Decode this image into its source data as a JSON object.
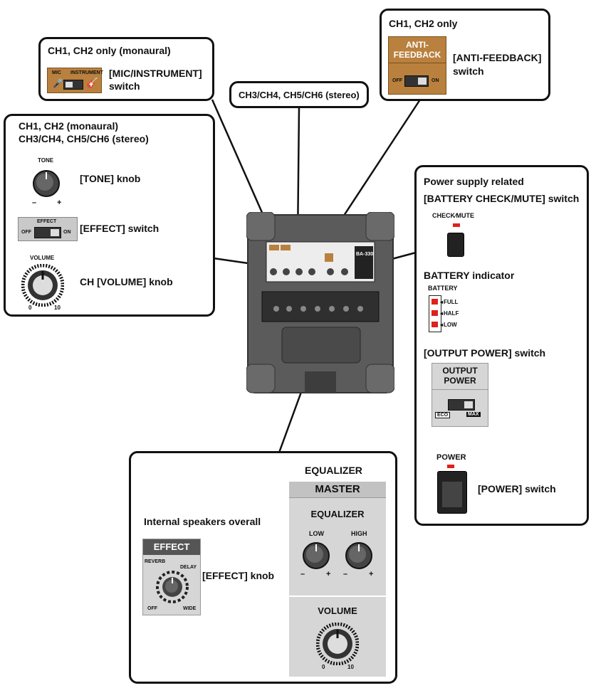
{
  "box_mic_instrument": {
    "heading": "CH1, CH2 only (monaural)",
    "panel_mic": "MIC",
    "panel_instrument": "INSTRUMENT",
    "label_line1": "[MIC/INSTRUMENT]",
    "label_line2": "switch"
  },
  "box_stereo": {
    "heading": "CH3/CH4, CH5/CH6 (stereo)"
  },
  "box_anti_feedback": {
    "heading": "CH1, CH2 only",
    "panel_line1": "ANTI-",
    "panel_line2": "FEEDBACK",
    "panel_off": "OFF",
    "panel_on": "ON",
    "label_line1": "[ANTI-FEEDBACK]",
    "label_line2": "switch"
  },
  "box_channel": {
    "heading_line1": "CH1, CH2 (monaural)",
    "heading_line2": "CH3/CH4, CH5/CH6 (stereo)",
    "tone_caption": "TONE",
    "tone_minus": "–",
    "tone_plus": "+",
    "tone_label": "[TONE] knob",
    "effect_panel": "EFFECT",
    "effect_off": "OFF",
    "effect_on": "ON",
    "effect_label": "[EFFECT] switch",
    "volume_caption": "VOLUME",
    "volume_min": "0",
    "volume_max": "10",
    "volume_label": "CH [VOLUME] knob"
  },
  "box_power": {
    "heading1": "Power supply related",
    "heading2": "[BATTERY CHECK/MUTE] switch",
    "check_mute_caption": "CHECK⁄MUTE",
    "battery_heading": "BATTERY indicator",
    "battery_caption": "BATTERY",
    "battery_levels": [
      "FULL",
      "HALF",
      "LOW"
    ],
    "output_heading": "[OUTPUT POWER] switch",
    "output_panel_line1": "OUTPUT",
    "output_panel_line2": "POWER",
    "output_eco": "ECO",
    "output_max": "MAX",
    "power_caption": "POWER",
    "power_label": "[POWER] switch"
  },
  "box_master": {
    "eq_heading": "EQUALIZER",
    "master_panel": "MASTER",
    "eq_panel": "EQUALIZER",
    "low": "LOW",
    "high": "HIGH",
    "minus": "–",
    "plus": "+",
    "volume_panel": "VOLUME",
    "volume_min": "0",
    "volume_max": "10",
    "internal_heading": "Internal speakers overall",
    "effect_panel": "EFFECT",
    "effect_reverb": "REVERB",
    "effect_delay": "DELAY",
    "effect_off": "OFF",
    "effect_wide": "WIDE",
    "effect_label": "[EFFECT] knob"
  },
  "amp": {
    "model": "BA-330"
  },
  "colors": {
    "panel_orange": "#b9803e",
    "panel_grey": "#d6d6d6",
    "led_red": "#e0201a",
    "amp_body": "#5a5a5a"
  }
}
